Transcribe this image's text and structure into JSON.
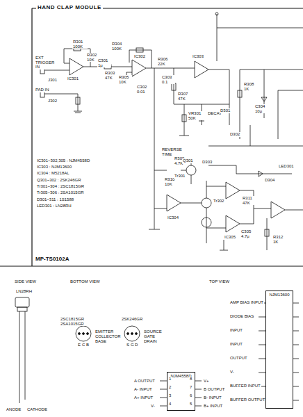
{
  "diagram": {
    "title": "HAND CLAP MODULE",
    "nodes": [
      {
        "text": [
          "NJM4558D"
        ]
      },
      {
        "text": [
          "NJM13600"
        ]
      }
    ],
    "labels": [
      "EXT TRIGGER IN",
      "J301",
      "PAD IN",
      "J302",
      "R301 100K",
      "R302 10K",
      "C301 1μ",
      "R303 47K",
      "IC301",
      "R304 100K",
      "R305 10K",
      "C302 0.01",
      "IC302",
      "R306 22K",
      "IC303",
      "C303 0.1",
      "R307 47K",
      "VR301 50K",
      "DECAY",
      "D301",
      "D302",
      "R308 1K",
      "C304 10μ",
      "REVERSE TIME",
      "R309 4.7K",
      "D303",
      "R310 10K",
      "Q301",
      "Tr301",
      "Tr302",
      "IC304",
      "IC305",
      "R311 47K",
      "C305 4.7μ",
      "R312 1K",
      "D304",
      "LED301",
      "IC301~302,305 : NJM4558D",
      "IC303 : NJM13600",
      "IC304 : M5218AL",
      "Q301~302 : 2SK246GR",
      "Tr301~304 : 2SC1815GR",
      "Tr305~306 : 2SA1015GR",
      "D301~311 : 1S1588",
      "LED301 : LN28RH",
      "MP-TS0102A",
      "SIDE VIEW",
      "LN28RH",
      "ANODE",
      "CATHODE",
      "BOTTOM VIEW",
      "2SC1815GR 2SA1015GR",
      "E",
      "C",
      "B",
      "EMITTER",
      "COLLECTOR",
      "BASE",
      "2SK246GR",
      "S",
      "G",
      "D",
      "SOURCE",
      "GATE",
      "DRAIN",
      "TOP VIEW",
      "A OUTPUT",
      "A- INPUT",
      "A+ INPUT",
      "V-",
      "V+",
      "B OUTPUT",
      "B- INPUT",
      "B+ INPUT",
      "1",
      "2",
      "3",
      "4",
      "8",
      "7",
      "6",
      "5",
      "AMP BIAS INPUT",
      "DIODE BIAS",
      "INPUT",
      "INPUT",
      "OUTPUT",
      "V-",
      "BUFFER INPUT",
      "BUFFER OUTPUT"
    ]
  }
}
